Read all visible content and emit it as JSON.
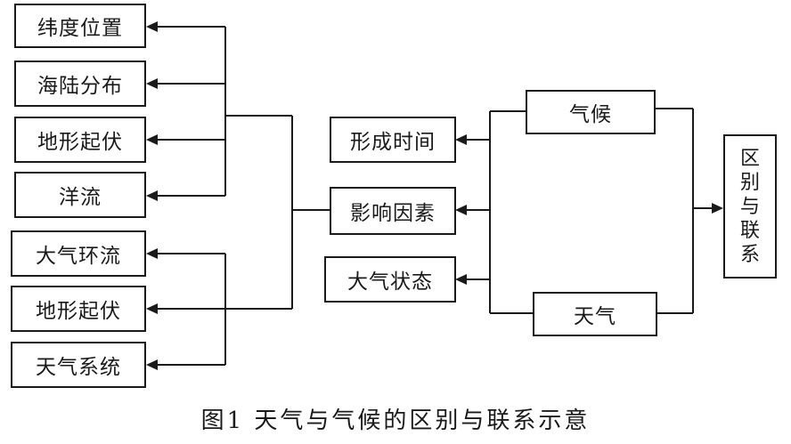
{
  "left_group_a": [
    "纬度位置",
    "海陆分布",
    "地形起伏",
    "洋流"
  ],
  "left_group_b": [
    "大气环流",
    "地形起伏",
    "天气系统"
  ],
  "middle": [
    "形成时间",
    "影响因素",
    "大气状态"
  ],
  "right_top": "气候",
  "right_bottom": "天气",
  "far_right": [
    "区",
    "别",
    "与",
    "联",
    "系"
  ],
  "caption": "图1 天气与气候的区别与联系示意"
}
